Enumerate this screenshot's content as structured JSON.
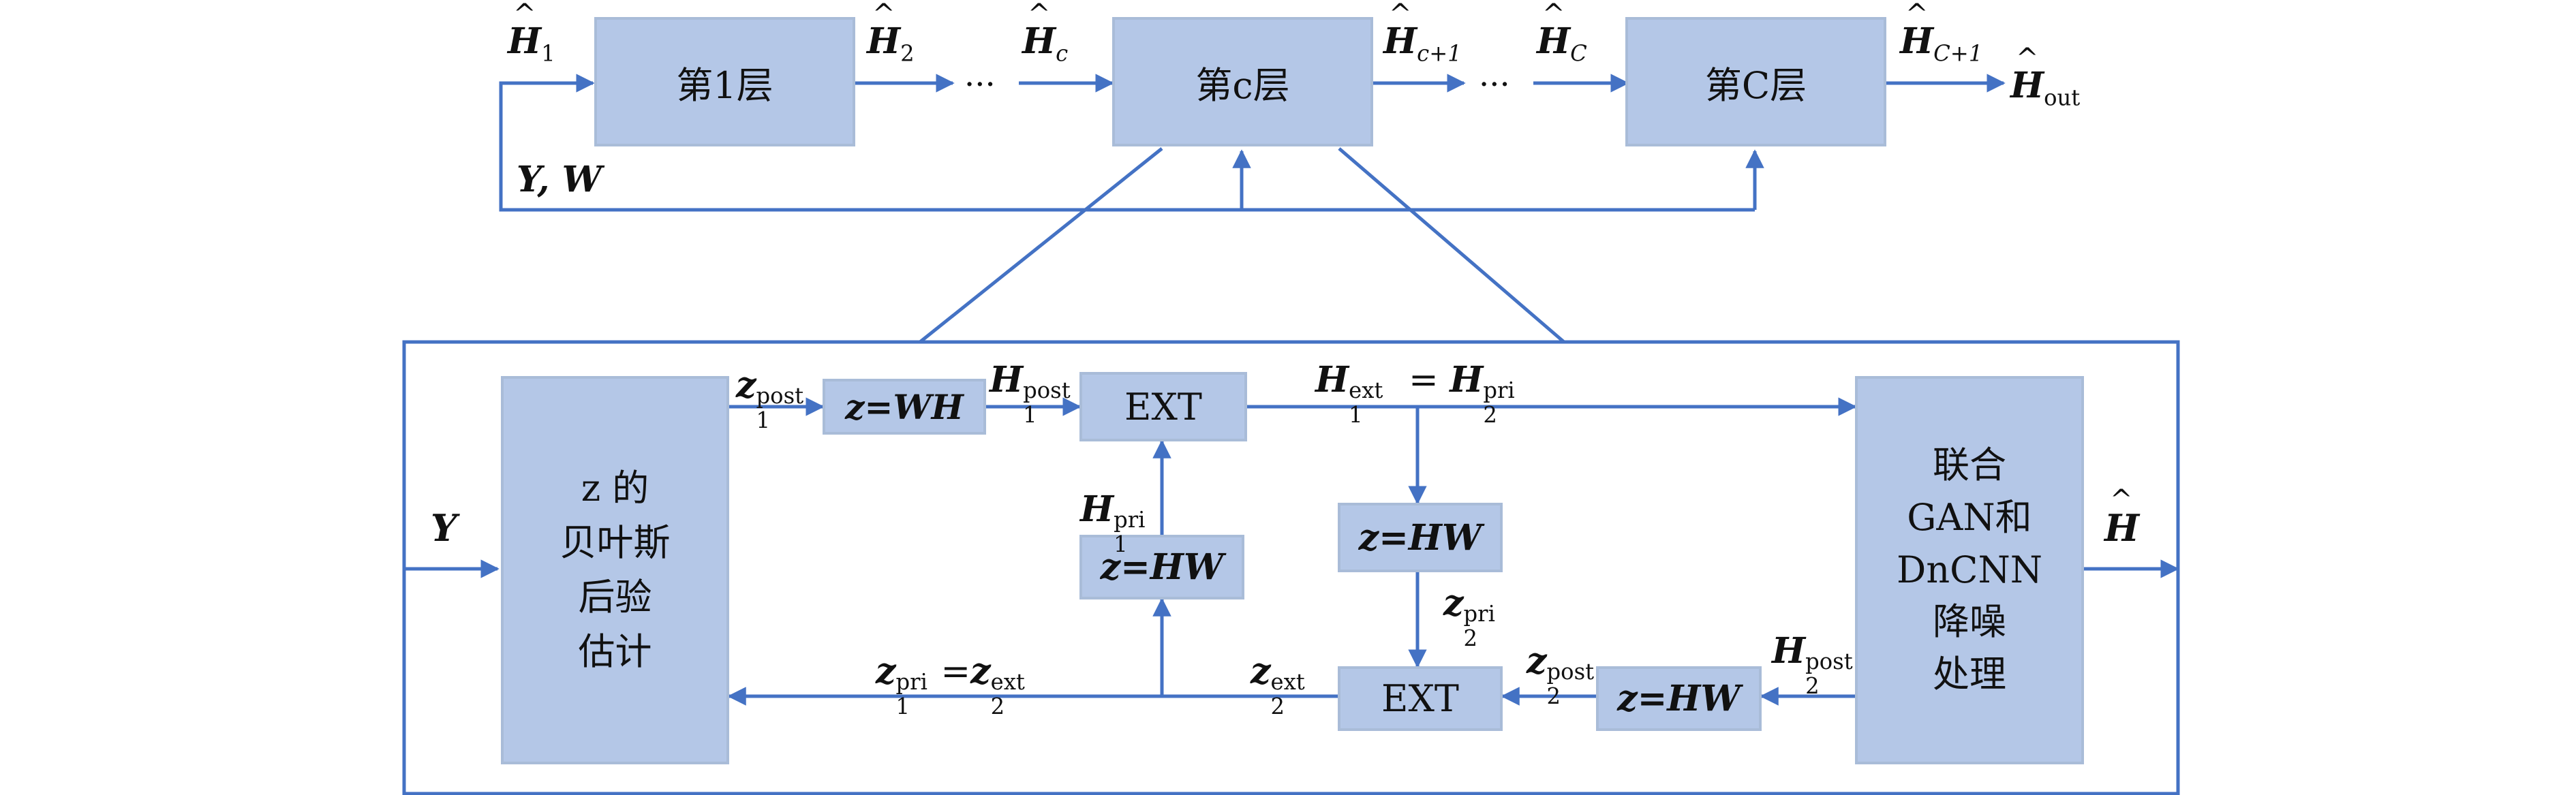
{
  "top_chain": {
    "layer_1": "第1层",
    "layer_c": "第c层",
    "layer_C": "第C层",
    "h1": "H",
    "h1_sub": "1",
    "h2": "H",
    "h2_sub": "2",
    "hc": "H",
    "hc_sub": "c",
    "hc1": "H",
    "hc1_sub": "c+1",
    "hC": "H",
    "hC_sub": "C",
    "hC1": "H",
    "hC1_sub": "C+1",
    "hout": "H",
    "hout_sub": "out",
    "dots": "···",
    "yw": "Y,  W"
  },
  "detail": {
    "bayes_box": [
      "z 的",
      "贝叶斯",
      "后验",
      "估计"
    ],
    "denoise_box": [
      "联合",
      "GAN和",
      "DnCNN",
      "降噪",
      "处理"
    ],
    "ext_top": "EXT",
    "ext_bottom": "EXT",
    "zwh": "z=WH",
    "zhw_left": "z=HW",
    "zhw_mid": "z=HW",
    "zhw_right": "z=HW",
    "y_in": "Y",
    "h_out": "H",
    "z1post": "z",
    "z1post_sup": "post",
    "z1post_sub": "1",
    "H1post": "H",
    "H1post_sup": "post",
    "H1post_sub": "1",
    "H1ext_eq": "H",
    "H1ext_sup": "ext",
    "H1ext_sub": "1",
    "eq": "=",
    "H2pri_eq": "H",
    "H2pri_sup": "pri",
    "H2pri_sub": "2",
    "H1pri": "H",
    "H1pri_sup": "pri",
    "H1pri_sub": "1",
    "z2pri": "z",
    "z2pri_sup": "pri",
    "z2pri_sub": "2",
    "z2post": "z",
    "z2post_sup": "post",
    "z2post_sub": "2",
    "H2post": "H",
    "H2post_sup": "post",
    "H2post_sub": "2",
    "z2ext": "z",
    "z2ext_sup": "ext",
    "z2ext_sub": "2",
    "z1pri_z2ext_a": "z",
    "z1pri_sup": "pri",
    "z1pri_sub": "1",
    "z1pri_z2ext_b": "z",
    "z2ext2_sup": "ext",
    "z2ext2_sub": "2"
  },
  "colors": {
    "box_fill": "#b4c7e7",
    "line": "#4472c4"
  }
}
